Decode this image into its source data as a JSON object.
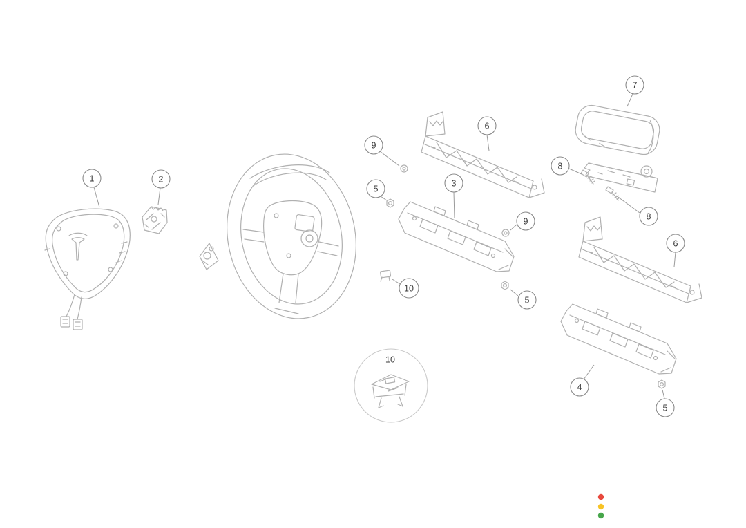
{
  "diagram": {
    "callouts": [
      {
        "part": "driver-airbag-module",
        "label": "1"
      },
      {
        "part": "steering-wheel-switch",
        "label": "2"
      },
      {
        "part": "washer-upper",
        "label": "9"
      },
      {
        "part": "nut-upper",
        "label": "5"
      },
      {
        "part": "rail-upper",
        "label": "6"
      },
      {
        "part": "bracket-upper",
        "label": "3"
      },
      {
        "part": "washer-lower",
        "label": "9"
      },
      {
        "part": "clip",
        "label": "10"
      },
      {
        "part": "nut-middle",
        "label": "5"
      },
      {
        "part": "passenger-airbag-module",
        "label": "7"
      },
      {
        "part": "screw-left",
        "label": "8"
      },
      {
        "part": "screw-right",
        "label": "8"
      },
      {
        "part": "rail-lower",
        "label": "6"
      },
      {
        "part": "bracket-lower",
        "label": "4"
      },
      {
        "part": "nut-lower",
        "label": "5"
      },
      {
        "part": "clip-detail-view",
        "label": "10"
      }
    ]
  },
  "decor": {
    "line_color": "#b0b0b0",
    "dots": [
      {
        "name": "red-dot",
        "color": "#e8493d"
      },
      {
        "name": "yellow-dot",
        "color": "#f7c325"
      },
      {
        "name": "green-dot",
        "color": "#47a64b"
      }
    ]
  }
}
